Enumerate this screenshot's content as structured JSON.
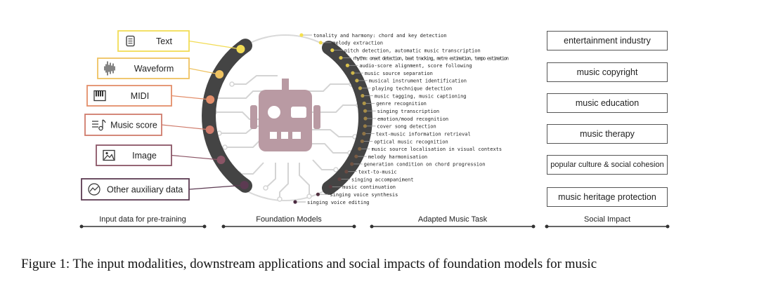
{
  "inputs": [
    {
      "label": "Text",
      "icon": "document-icon",
      "color": "#f2dc55"
    },
    {
      "label": "Waveform",
      "icon": "waveform-icon",
      "color": "#eec261"
    },
    {
      "label": "MIDI",
      "icon": "piano-keys-icon",
      "color": "#e38e6a"
    },
    {
      "label": "Music score",
      "icon": "music-score-icon",
      "color": "#cf7b6b"
    },
    {
      "label": "Image",
      "icon": "image-icon",
      "color": "#8b5566"
    },
    {
      "label": "Other auxiliary data",
      "icon": "line-chart-icon",
      "color": "#5c3a52"
    }
  ],
  "tasks": [
    "tonality and harmony: chord and key detection",
    "melody extraction",
    "pitch detection, automatic music transcription",
    "rhythm: onset detection, beat tracking, metre estimation, tempo estimation",
    "audio-score alignment, score following",
    "music source separation",
    "musical instrument identification",
    "playing technique detection",
    "music tagging, music captioning",
    "genre recognition",
    "singing transcription",
    "emotion/mood recognition",
    "cover song detection",
    "text-music information retrieval",
    "optical music recognition",
    "music source localisation in visual contexts",
    "melody harmonisation",
    "generation condition on chord progression",
    "text-to-music",
    "singing accompaniment",
    "music continuation",
    "singing voice synthesis",
    "singing voice editing"
  ],
  "impacts": [
    "entertainment industry",
    "music copyright",
    "music education",
    "music therapy",
    "popular culture & social cohesion",
    "music heritage protection"
  ],
  "section_labels": {
    "input": "Input data for pre-training",
    "models": "Foundation Models",
    "tasks": "Adapted Music Task",
    "impact": "Social Impact"
  },
  "caption": "Figure 1: The input modalities, downstream applications and social impacts of foundation models for music",
  "colors": {
    "arc": "#444444",
    "dot_light": "#f5e04e",
    "dot_dark": "#4a2a40",
    "robot": "#b99aa3",
    "circuit": "#d4d4d4"
  }
}
